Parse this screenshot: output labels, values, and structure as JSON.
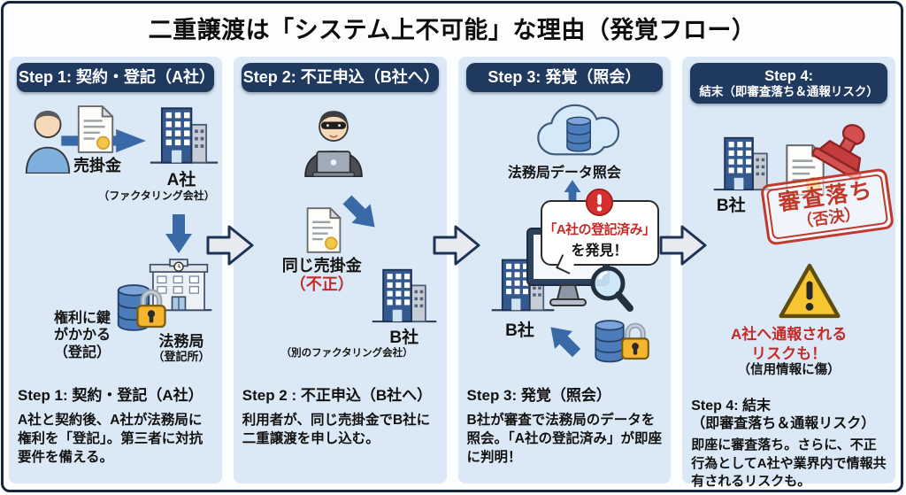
{
  "title": "二重譲渡は「システム上不可能」な理由（発覚フロー）",
  "colors": {
    "frame_border": "#17263f",
    "panel_bg": "#dbe9f6",
    "header_bg": "#20395f",
    "arrow_navy": "#3a69a8",
    "block_arrow_fill": "#e7eaef",
    "alert_red": "#c62a28",
    "stamp_red": "#c0392b",
    "lock_yellow": "#f5b52e",
    "warning_yellow": "#f6c52f"
  },
  "steps": [
    {
      "header": "Step 1: 契約・登記（A社）",
      "labels": {
        "receivable": "売掛金",
        "company": "A社",
        "company_sub": "（ファクタリング会社）",
        "lock_note1": "権利に鍵",
        "lock_note2": "がかかる",
        "lock_note3": "（登記）",
        "bureau": "法務局",
        "bureau_sub": "（登記所）"
      },
      "footer_title": "Step 1: 契約・登記（A社）",
      "footer_body": "A社と契約後、A社が法務局に権利を「登記」。第三者に対抗要件を備える。"
    },
    {
      "header": "Step 2: 不正申込（B社へ）",
      "labels": {
        "receivable": "同じ売掛金",
        "fraud": "（不正）",
        "company": "B社",
        "company_sub": "（別のファクタリング会社）"
      },
      "footer_title": "Step 2 : 不正申込（B社へ）",
      "footer_body": "利用者が、同じ売掛金でB社に二重譲渡を申し込む。"
    },
    {
      "header": "Step 3: 発覚（照会）",
      "labels": {
        "cloud": "法務局データ照会",
        "callout_red": "「A社の登記済み」",
        "callout_black": "を発見！",
        "company": "B社"
      },
      "footer_title": "Step 3: 発覚（照会）",
      "footer_body": "B社が審査で法務局のデータを照会。「A社の登記済み」が即座に判明！"
    },
    {
      "header_line1": "Step 4:",
      "header_line2": "結末（即審査落ち＆通報リスク）",
      "labels": {
        "company": "B社",
        "stamp_main": "審査落ち",
        "stamp_sub": "（否決）",
        "risk_line1": "A社へ通報される",
        "risk_line2": "リスクも！",
        "risk_sub": "（信用情報に傷）"
      },
      "footer_title": "Step 4: 結末",
      "footer_title2": "（即審査落ち＆通報リスク）",
      "footer_body": "即座に審査落ち。さらに、不正行為としてA社や業界内で情報共有されるリスクも。"
    }
  ]
}
